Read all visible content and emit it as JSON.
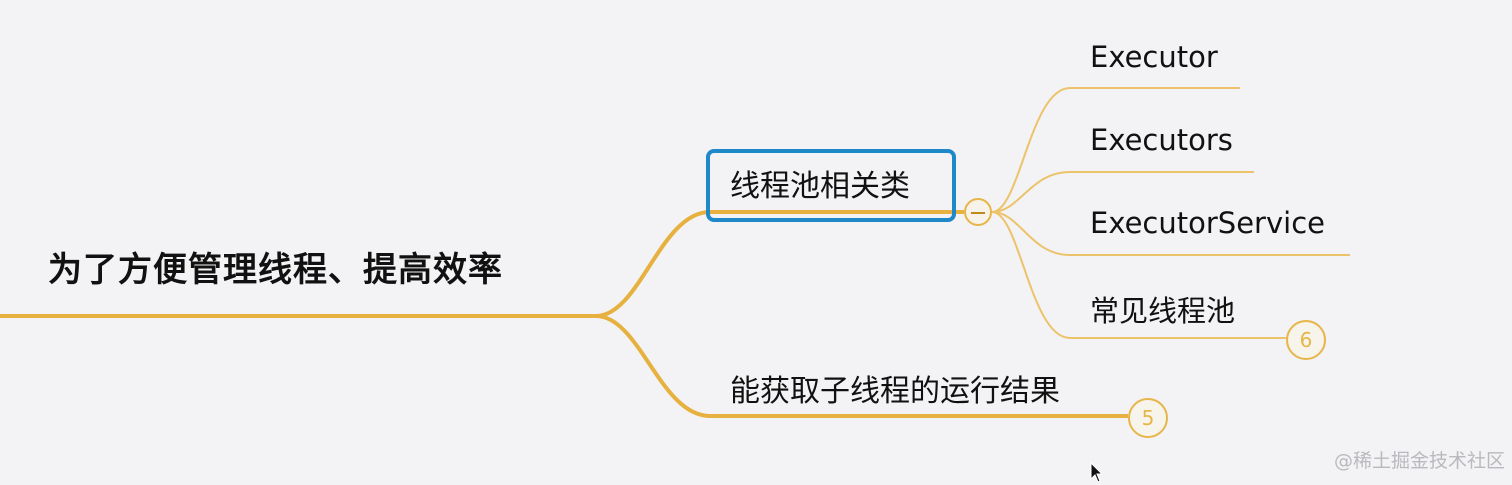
{
  "mindmap": {
    "root": "为了方便管理线程、提高效率",
    "branches": [
      {
        "label": "线程池相关类",
        "selected": true,
        "children": [
          "Executor",
          "Executors",
          "ExecutorService",
          "常见线程池"
        ],
        "badge_on": "常见线程池",
        "badge": "6"
      },
      {
        "label": "能获取子线程的运行结果",
        "badge": "5"
      }
    ]
  },
  "watermark": "@稀土掘金技术社区",
  "colors": {
    "branch_line": "#e6b13e",
    "leaf_line": "#ecc36a",
    "selection": "#1f88c9",
    "background": "#f3f3f5"
  }
}
